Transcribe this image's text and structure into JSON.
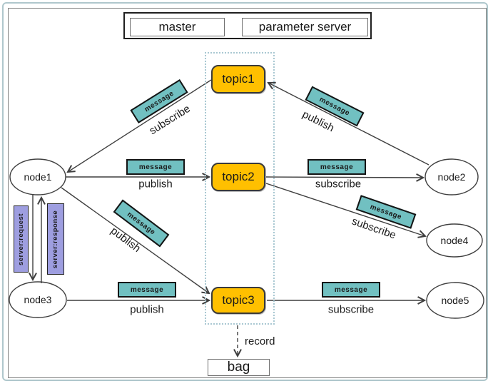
{
  "header": {
    "master": "master",
    "parameter_server": "parameter server"
  },
  "topics": [
    {
      "label": "topic1"
    },
    {
      "label": "topic2"
    },
    {
      "label": "topic3"
    }
  ],
  "nodes": [
    {
      "label": "node1"
    },
    {
      "label": "node2"
    },
    {
      "label": "node3"
    },
    {
      "label": "node4"
    },
    {
      "label": "node5"
    }
  ],
  "edges": [
    {
      "badge": "message",
      "action": "subscribe",
      "from": "topic1",
      "to": "node1"
    },
    {
      "badge": "message",
      "action": "publish",
      "from": "node2",
      "to": "topic1"
    },
    {
      "badge": "message",
      "action": "publish",
      "from": "node1",
      "to": "topic2"
    },
    {
      "badge": "message",
      "action": "subscribe",
      "from": "topic2",
      "to": "node2"
    },
    {
      "badge": "message",
      "action": "subscribe",
      "from": "topic2",
      "to": "node4"
    },
    {
      "badge": "message",
      "action": "publish",
      "from": "node1",
      "to": "topic3"
    },
    {
      "badge": "message",
      "action": "publish",
      "from": "node3",
      "to": "topic3"
    },
    {
      "badge": "message",
      "action": "subscribe",
      "from": "topic3",
      "to": "node5"
    }
  ],
  "services": [
    {
      "label": "server:request",
      "from": "node1",
      "to": "node3"
    },
    {
      "label": "server:response",
      "from": "node3",
      "to": "node1"
    }
  ],
  "record": {
    "label": "record",
    "from": "topic3",
    "to": "bag"
  },
  "bag": {
    "label": "bag"
  },
  "colors": {
    "topic_fill": "#FFC000",
    "message_fill": "#71C0C1",
    "service_fill": "#9E9EE0",
    "line": "#3F3F3F",
    "frame": "#808080",
    "outer_border": "#AFC7CC",
    "dotted": "#A9C8D2"
  }
}
